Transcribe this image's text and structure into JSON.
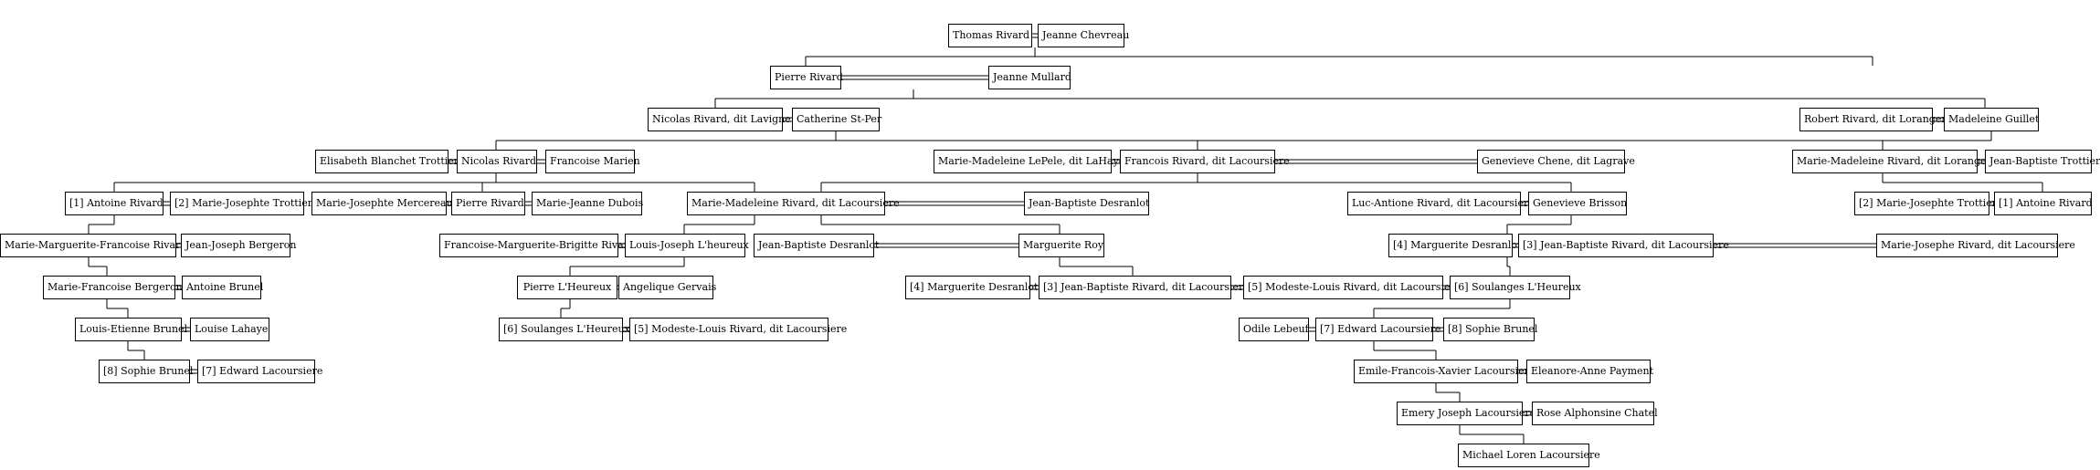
{
  "people": [
    {
      "id": "p1",
      "name": "Thomas Rivard"
    },
    {
      "id": "p2",
      "name": "Jeanne Chevreau"
    },
    {
      "id": "p3",
      "name": "Pierre Rivard"
    },
    {
      "id": "p4",
      "name": "Jeanne Mullard"
    },
    {
      "id": "p5",
      "name": "Nicolas Rivard, dit Lavigne"
    },
    {
      "id": "p6",
      "name": "Catherine St-Per"
    },
    {
      "id": "p7",
      "name": "Robert Rivard, dit Loranger"
    },
    {
      "id": "p8",
      "name": "Madeleine Guillet"
    },
    {
      "id": "p9",
      "name": "Elisabeth Blanchet Trottier"
    },
    {
      "id": "p10",
      "name": "Nicolas Rivard"
    },
    {
      "id": "p11",
      "name": "Francoise Marien"
    },
    {
      "id": "p12",
      "name": "Marie-Madeleine LePele, dit LaHaye"
    },
    {
      "id": "p13",
      "name": "Francois Rivard, dit Lacoursiere"
    },
    {
      "id": "p14",
      "name": "Genevieve Chene, dit Lagrave"
    },
    {
      "id": "p15",
      "name": "Marie-Madeleine Rivard, dit Loranger"
    },
    {
      "id": "p16",
      "name": "Jean-Baptiste Trottier"
    },
    {
      "id": "p17",
      "name": "[1] Antoine Rivard"
    },
    {
      "id": "p18",
      "name": "[2] Marie-Josephte Trottier"
    },
    {
      "id": "p19",
      "name": "Marie-Josephte Mercereau"
    },
    {
      "id": "p20",
      "name": "Pierre Rivard"
    },
    {
      "id": "p21",
      "name": "Marie-Jeanne Dubois"
    },
    {
      "id": "p22",
      "name": "Marie-Madeleine Rivard, dit Lacoursiere"
    },
    {
      "id": "p23",
      "name": "Jean-Baptiste Desranlot"
    },
    {
      "id": "p24",
      "name": "Luc-Antione Rivard, dit Lacoursiere"
    },
    {
      "id": "p25",
      "name": "Genevieve Brisson"
    },
    {
      "id": "p26",
      "name": "[2] Marie-Josephte Trottier"
    },
    {
      "id": "p27",
      "name": "[1] Antoine Rivard"
    },
    {
      "id": "p28",
      "name": "Marie-Marguerite-Francoise Rivard"
    },
    {
      "id": "p29",
      "name": "Jean-Joseph Bergeron"
    },
    {
      "id": "p30",
      "name": "Francoise-Marguerite-Brigitte Rivard"
    },
    {
      "id": "p31",
      "name": "Louis-Joseph L'heureux"
    },
    {
      "id": "p32",
      "name": "Jean-Baptiste Desranlot"
    },
    {
      "id": "p33",
      "name": "Marguerite Roy"
    },
    {
      "id": "p34",
      "name": "[4] Marguerite Desranlot"
    },
    {
      "id": "p35",
      "name": "[3] Jean-Baptiste Rivard, dit Lacoursiere"
    },
    {
      "id": "p36",
      "name": "Marie-Josephe Rivard, dit Lacoursiere"
    },
    {
      "id": "p37",
      "name": "Marie-Francoise Bergeron"
    },
    {
      "id": "p38",
      "name": "Antoine Brunel"
    },
    {
      "id": "p39",
      "name": "Pierre L'Heureux"
    },
    {
      "id": "p40",
      "name": "Angelique Gervais"
    },
    {
      "id": "p41",
      "name": "[4] Marguerite Desranlot"
    },
    {
      "id": "p42",
      "name": "[3] Jean-Baptiste Rivard, dit Lacoursiere"
    },
    {
      "id": "p43",
      "name": "[5] Modeste-Louis Rivard, dit Lacoursiere"
    },
    {
      "id": "p44",
      "name": "[6] Soulanges L'Heureux"
    },
    {
      "id": "p45",
      "name": "Louis-Etienne Brunel"
    },
    {
      "id": "p46",
      "name": "Louise Lahaye"
    },
    {
      "id": "p47",
      "name": "[6] Soulanges L'Heureux"
    },
    {
      "id": "p48",
      "name": "[5] Modeste-Louis Rivard, dit Lacoursiere"
    },
    {
      "id": "p49",
      "name": "Odile Lebeuf"
    },
    {
      "id": "p50",
      "name": "[7] Edward Lacoursiere"
    },
    {
      "id": "p51",
      "name": "[8] Sophie Brunel"
    },
    {
      "id": "p52",
      "name": "[8] Sophie Brunel"
    },
    {
      "id": "p53",
      "name": "[7] Edward Lacoursiere"
    },
    {
      "id": "p54",
      "name": "Emile-Francois-Xavier Lacoursiere"
    },
    {
      "id": "p55",
      "name": "Eleanore-Anne Payment"
    },
    {
      "id": "p56",
      "name": "Emery Joseph Lacoursiere"
    },
    {
      "id": "p57",
      "name": "Rose Alphonsine Chatel"
    },
    {
      "id": "p58",
      "name": "Michael Loren Lacoursiere"
    }
  ]
}
